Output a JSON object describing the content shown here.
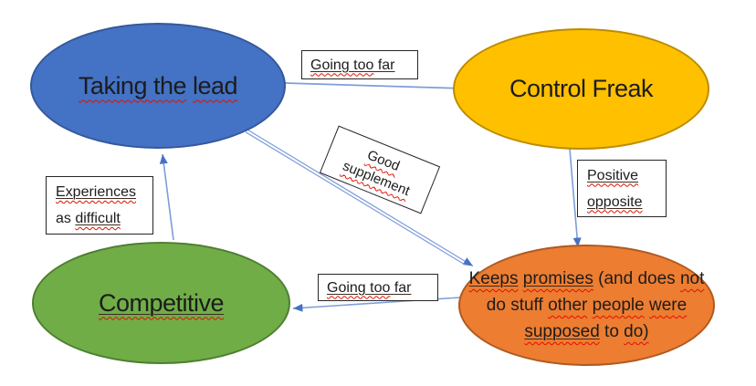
{
  "diagram": {
    "background": "#ffffff",
    "arrow_line_color": "#7D9ED8",
    "arrowhead_color": "#4472C4",
    "squiggle_color": "#E01000",
    "nodes": {
      "taking_lead": {
        "label": "Taking the lead",
        "fill": "#4472C4",
        "stroke": "#34589B",
        "lines": [
          [
            {
              "t": "Taking the",
              "wavy": true
            },
            {
              "t": " "
            },
            {
              "t": "lead",
              "wavy": true
            }
          ]
        ]
      },
      "control_freak": {
        "label": "Control Freak",
        "fill": "#FFC000",
        "stroke": "#BC8C00",
        "lines": [
          [
            {
              "t": "Control Freak"
            }
          ]
        ]
      },
      "competitive": {
        "label": "Competitive",
        "fill": "#70AD47",
        "stroke": "#507E32",
        "lines": [
          [
            {
              "t": "Competitive",
              "wavy": true,
              "uline": true
            }
          ]
        ]
      },
      "keeps_promises": {
        "label": "Keeps promises (and does not do stuff other people were supposed to do)",
        "fill": "#ED7D31",
        "stroke": "#AE5A21",
        "lines": [
          [
            {
              "t": "Keeps",
              "wavy": true,
              "uline": true
            },
            {
              "t": " "
            },
            {
              "t": "promises",
              "wavy": true,
              "uline": true
            },
            {
              "t": " (and does "
            },
            {
              "t": "not",
              "wavy": true
            }
          ],
          [
            {
              "t": "do stuff "
            },
            {
              "t": "other",
              "wavy": true
            },
            {
              "t": " "
            },
            {
              "t": "people",
              "wavy": true
            },
            {
              "t": " "
            },
            {
              "t": "were",
              "wavy": true
            }
          ],
          [
            {
              "t": "supposed",
              "wavy": true,
              "uline": true
            },
            {
              "t": " to "
            },
            {
              "t": "do)",
              "wavy": true
            }
          ]
        ]
      }
    },
    "labels": {
      "going_too_far_top": {
        "label": "Going too far",
        "lines": [
          [
            {
              "t": "Going too",
              "wavy": true,
              "uline": true
            },
            {
              "t": " far",
              "uline": true
            }
          ]
        ]
      },
      "good_supplement": {
        "label": "Good supplement",
        "lines": [
          [
            {
              "t": "Good",
              "wavy": true
            }
          ],
          [
            {
              "t": "supplement",
              "wavy": true
            }
          ]
        ]
      },
      "experiences_as_difficult": {
        "label": "Experiences as difficult",
        "lines": [
          [
            {
              "t": "Experiences",
              "wavy": true,
              "uline": true
            }
          ],
          [
            {
              "t": "as "
            },
            {
              "t": "difficult",
              "wavy": true,
              "uline": true
            }
          ]
        ]
      },
      "positive_opposite": {
        "label": "Positive opposite",
        "lines": [
          [
            {
              "t": "Positive",
              "wavy": true,
              "uline": true
            }
          ],
          [
            {
              "t": "opposite",
              "wavy": true,
              "uline": true
            }
          ]
        ]
      },
      "going_too_far_bottom": {
        "label": "Going too far",
        "lines": [
          [
            {
              "t": "Going too",
              "wavy": true,
              "uline": true
            },
            {
              "t": " far",
              "uline": true
            }
          ]
        ]
      }
    },
    "connectors": [
      {
        "id": "taking-lead-to-control-freak",
        "from": "taking_lead",
        "to": "control_freak",
        "label": "Going too far",
        "style": "single"
      },
      {
        "id": "taking-lead-to-keeps-promises",
        "from": "taking_lead",
        "to": "keeps_promises",
        "label": "Good supplement",
        "style": "double"
      },
      {
        "id": "control-freak-to-keeps-promises",
        "from": "control_freak",
        "to": "keeps_promises",
        "label": "Positive opposite",
        "style": "single"
      },
      {
        "id": "keeps-promises-to-competitive",
        "from": "keeps_promises",
        "to": "competitive",
        "label": "Going too far",
        "style": "single"
      },
      {
        "id": "competitive-to-taking-lead",
        "from": "competitive",
        "to": "taking_lead",
        "label": "Experiences as difficult",
        "style": "single"
      }
    ]
  }
}
